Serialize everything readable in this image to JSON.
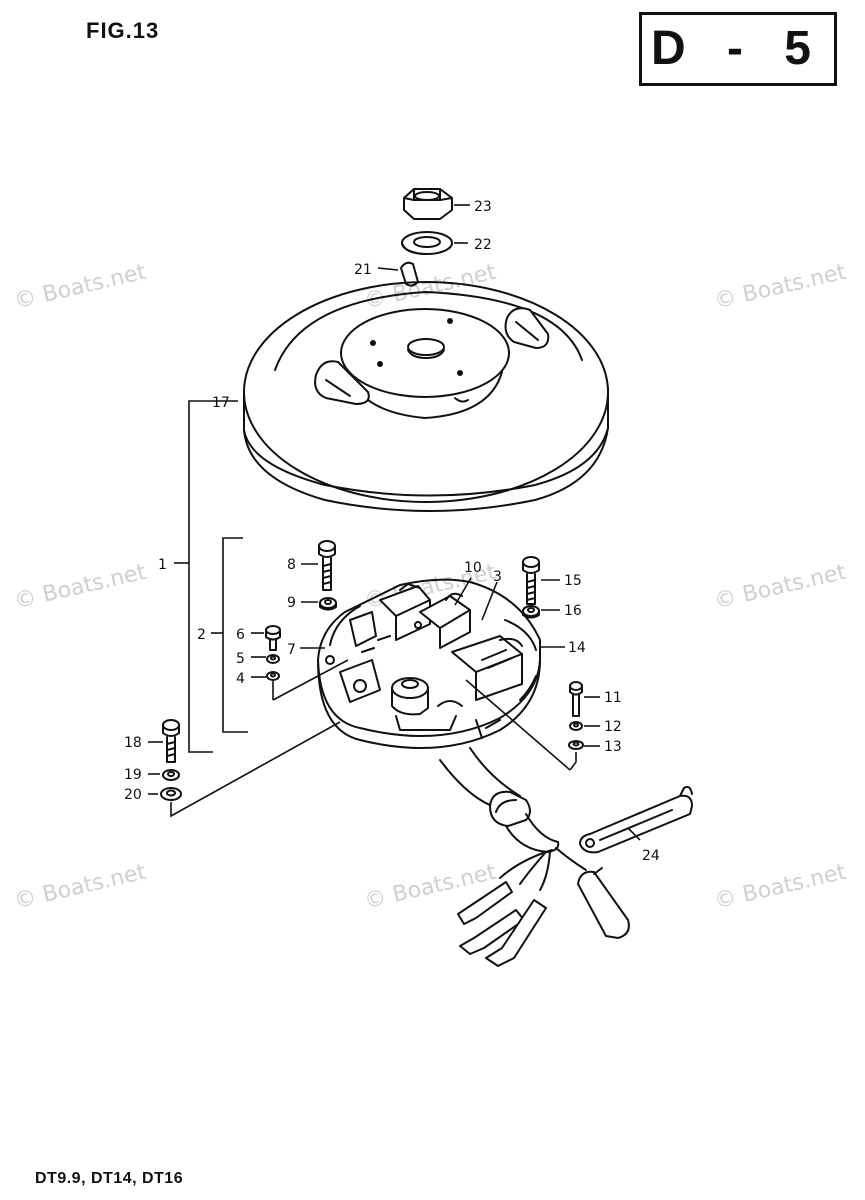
{
  "header": {
    "figure_label": "FIG.13",
    "section_code": "D - 5"
  },
  "footer": {
    "models": "DT9.9,  DT14,  DT16"
  },
  "watermark": "© Boats.net",
  "callouts": [
    {
      "n": "1"
    },
    {
      "n": "2"
    },
    {
      "n": "3"
    },
    {
      "n": "4"
    },
    {
      "n": "5"
    },
    {
      "n": "6"
    },
    {
      "n": "7"
    },
    {
      "n": "8"
    },
    {
      "n": "9"
    },
    {
      "n": "10"
    },
    {
      "n": "11"
    },
    {
      "n": "12"
    },
    {
      "n": "13"
    },
    {
      "n": "14"
    },
    {
      "n": "15"
    },
    {
      "n": "16"
    },
    {
      "n": "17"
    },
    {
      "n": "18"
    },
    {
      "n": "19"
    },
    {
      "n": "20"
    },
    {
      "n": "21"
    },
    {
      "n": "22"
    },
    {
      "n": "23"
    },
    {
      "n": "24"
    }
  ]
}
